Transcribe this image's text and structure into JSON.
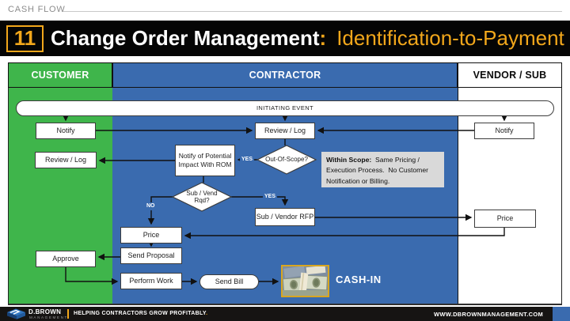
{
  "eyebrow": "CASH FLOW",
  "title": {
    "number": "11",
    "main": "Change Order Management",
    "colon": ":",
    "accent": "Identification-to-Payment"
  },
  "lanes": {
    "customer": "CUSTOMER",
    "contractor": "CONTRACTOR",
    "vendor": "VENDOR / SUB"
  },
  "nodes": {
    "initiating_event": "INITIATING EVENT",
    "customer_notify": "Notify",
    "contractor_review_log": "Review / Log",
    "vendor_notify": "Notify",
    "customer_review_log": "Review / Log",
    "notify_rom": "Notify of Potential Impact With ROM",
    "out_of_scope": "Out-Of-Scope?",
    "sub_vend_rqd": "Sub / Vend Rqd?",
    "sub_vendor_rfp": "Sub / Vendor RFP",
    "vendor_price": "Price",
    "contractor_price": "Price",
    "send_proposal": "Send Proposal",
    "approve": "Approve",
    "perform_work": "Perform Work",
    "send_bill": "Send Bill",
    "cash_in": "CASH-IN"
  },
  "note": {
    "bold": "Within Scope:",
    "rest": "  Same Pricing / Execution Process.  No Customer Notification or Billing."
  },
  "edge_labels": {
    "out_of_scope_yes": "YES",
    "sub_vend_no": "NO",
    "sub_vend_yes": "YES"
  },
  "footer": {
    "brand": "D.BROWN",
    "brand_sub": "MANAGEMENT",
    "tagline": "HELPING CONTRACTORS GROW PROFITABLY",
    "tagline_period": ".",
    "website": "WWW.DBROWNMANAGEMENT.COM"
  },
  "colors": {
    "customer_green": "#3fb54b",
    "contractor_blue": "#3a6baf",
    "accent_amber": "#f2a71b",
    "note_gray": "#d9d9d9",
    "bar_black": "#050505"
  }
}
